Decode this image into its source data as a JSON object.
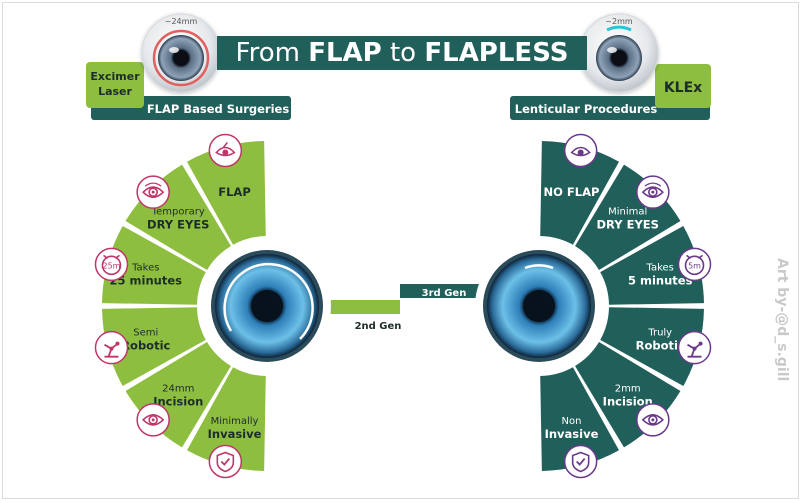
{
  "title": {
    "prefix": "From ",
    "word1": "FLAP",
    "middle": " to ",
    "word2": "FLAPLESS"
  },
  "left_header": {
    "badge": [
      "Excimer",
      "Laser"
    ],
    "bar_label": "FLAP Based Surgeries",
    "lens_label": "~24mm"
  },
  "right_header": {
    "badge": "KLEx",
    "bar_label": "Lenticular Procedures",
    "lens_label": "~2mm"
  },
  "connector": {
    "left_label": "2nd Gen",
    "right_label": "3rd Gen"
  },
  "left_segments": [
    {
      "line1": "",
      "line2": "FLAP",
      "icon": "flap-eye-icon"
    },
    {
      "line1": "Temporary",
      "line2": "DRY EYES",
      "icon": "dry-eye-icon"
    },
    {
      "line1": "Takes",
      "line2": "25 minutes",
      "icon": "clock-icon",
      "icon_text": "25m"
    },
    {
      "line1": "Semi",
      "line2": "Robotic",
      "icon": "robot-arm-icon"
    },
    {
      "line1": "24mm",
      "line2": "Incision",
      "icon": "eye-icon"
    },
    {
      "line1": "Minimally",
      "line2": "Invasive",
      "icon": "shield-check-icon"
    }
  ],
  "right_segments": [
    {
      "line1": "",
      "line2": "NO FLAP",
      "icon": "no-flap-eye-icon"
    },
    {
      "line1": "Minimal",
      "line2": "DRY EYES",
      "icon": "dry-eye-icon"
    },
    {
      "line1": "Takes",
      "line2": "5 minutes",
      "icon": "clock-icon",
      "icon_text": "5m"
    },
    {
      "line1": "Truly",
      "line2": "Robotic",
      "icon": "robot-arm-icon"
    },
    {
      "line1": "2mm",
      "line2": "Incision",
      "icon": "eye-icon"
    },
    {
      "line1": "Non",
      "line2": "Invasive",
      "icon": "shield-check-icon"
    }
  ],
  "watermark": "Art by-@d_s.gill",
  "colors": {
    "green": "#8ebe3f",
    "teal": "#215f5b",
    "icon_pink": "#c0356a",
    "icon_purple": "#6a3a8a",
    "iris": "#3a8fc4"
  }
}
